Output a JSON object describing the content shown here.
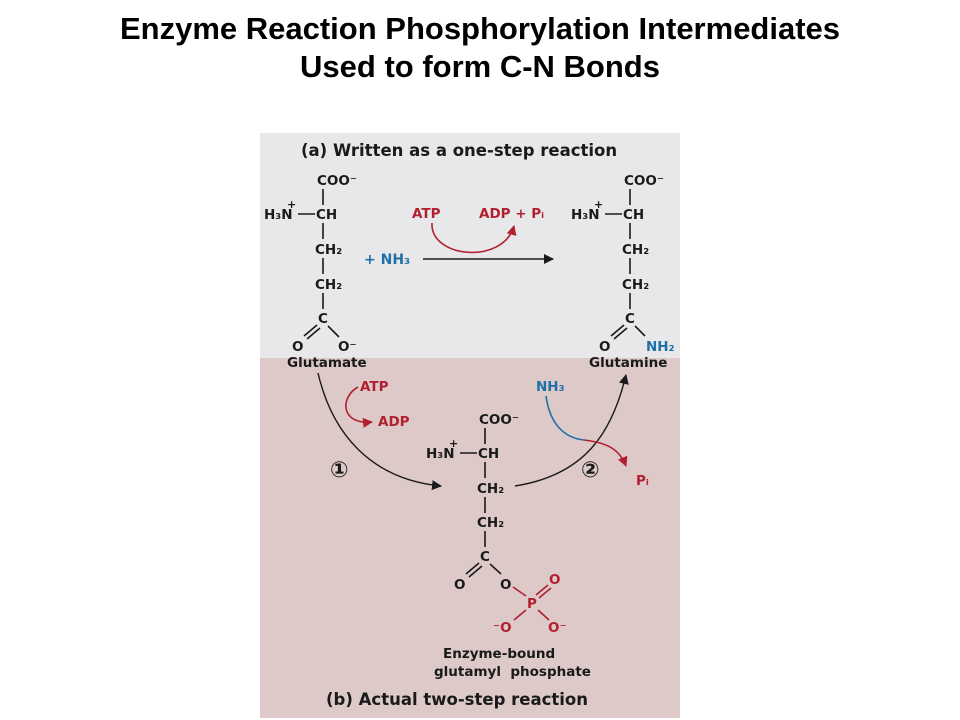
{
  "page": {
    "title_line1": "Enzyme Reaction Phosphorylation Intermediates",
    "title_line2": "Used to form C-N Bonds"
  },
  "colors": {
    "panel_a": "#e8e8ea",
    "panel_b": "#dcc9c8",
    "red": "#b21f2f",
    "blue": "#1f6fa8",
    "black": "#1a1a1a"
  },
  "diagram": {
    "panel_a_caption": "(a) Written as a one-step reaction",
    "panel_b_caption": "(b) Actual two-step reaction",
    "glutamate": {
      "coo": "COO⁻",
      "h3n": "H₃N",
      "plus": "+",
      "dash": "—",
      "ch": "CH",
      "ch2_1": "CH₂",
      "ch2_2": "CH₂",
      "c": "C",
      "o": "O",
      "o_minus": "O⁻",
      "name": "Glutamate"
    },
    "plus_nh3": "+ NH₃",
    "atp": "ATP",
    "adp_pi": "ADP + Pᵢ",
    "glutamine": {
      "coo": "COO⁻",
      "h3n": "H₃N",
      "plus": "+",
      "dash": "—",
      "ch": "CH",
      "ch2_1": "CH₂",
      "ch2_2": "CH₂",
      "c": "C",
      "o": "O",
      "nh2": "NH₂",
      "name": "Glutamine"
    },
    "step1": {
      "atp": "ATP",
      "adp": "ADP",
      "number": "①"
    },
    "step2": {
      "nh3": "NH₃",
      "pi": "Pᵢ",
      "number": "②"
    },
    "intermediate": {
      "coo": "COO⁻",
      "h3n": "H₃N",
      "plus": "+",
      "dash": "—",
      "ch": "CH",
      "ch2_1": "CH₂",
      "ch2_2": "CH₂",
      "c": "C",
      "o_left": "O",
      "o_bridge": "O",
      "p": "P",
      "o_top": "O",
      "o_minus_left": "⁻O",
      "o_minus_right": "O⁻",
      "name_line1": "Enzyme-bound",
      "name_line2": "glutamyl  phosphate"
    }
  }
}
